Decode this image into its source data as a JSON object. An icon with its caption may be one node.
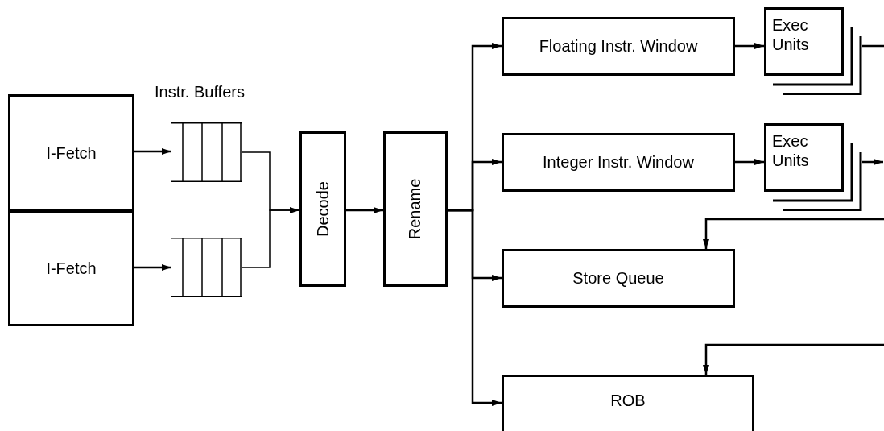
{
  "diagram": {
    "nodes": [
      {
        "text": [
          "I-Fetch"
        ]
      },
      {
        "text": [
          "I-Fetch"
        ]
      },
      {
        "text": [],
        "shape": "box"
      },
      {
        "text": [],
        "shape": "box"
      },
      {
        "text": [
          "Decode"
        ]
      },
      {
        "text": [
          "Rename"
        ]
      },
      {
        "text": [
          "Floating Instr. Window"
        ]
      },
      {
        "text": [
          "Exec Units"
        ]
      },
      {
        "text": [
          "Integer Instr. Window"
        ]
      },
      {
        "text": [
          "Exec Units"
        ]
      },
      {
        "text": [
          "Store Queue"
        ]
      },
      {
        "text": [
          "ROB"
        ]
      }
    ],
    "edges": [
      {
        "from": 0,
        "to": 2,
        "arrow": "to"
      },
      {
        "from": 1,
        "to": 3,
        "arrow": "to"
      },
      {
        "from": 2,
        "to": 4,
        "arrow": "none"
      },
      {
        "from": 3,
        "to": 4,
        "arrow": "to"
      },
      {
        "from": 4,
        "to": 5,
        "arrow": "to"
      },
      {
        "from": 5,
        "to": 6,
        "arrow": "to"
      },
      {
        "from": 5,
        "to": 8,
        "arrow": "to"
      },
      {
        "from": 5,
        "to": 10,
        "arrow": "to"
      },
      {
        "from": 5,
        "to": 11,
        "arrow": "to"
      },
      {
        "from": 6,
        "to": 7,
        "arrow": "to"
      },
      {
        "from": 8,
        "to": 9,
        "arrow": "to"
      },
      {
        "from": 7,
        "to": null,
        "arrow": "none"
      },
      {
        "from": 9,
        "to": null,
        "arrow": "to"
      },
      {
        "from": null,
        "to": 10,
        "arrow": "to"
      },
      {
        "from": null,
        "to": 11,
        "arrow": "to"
      }
    ],
    "labels": [
      "Instr. Buffers"
    ]
  }
}
